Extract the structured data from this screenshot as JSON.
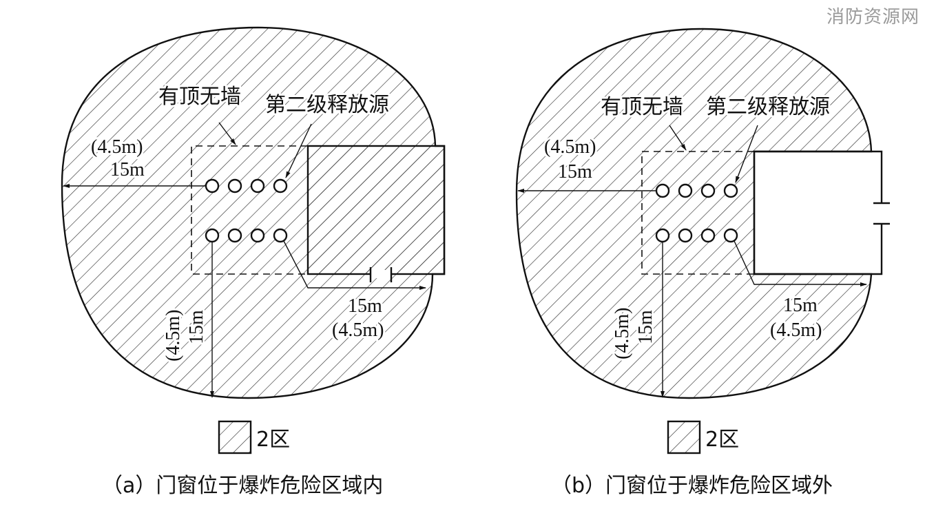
{
  "watermark": "消防资源网",
  "diagram_a": {
    "label_roof": "有顶无墙",
    "label_source": "第二级释放源",
    "dim_left_paren": "(4.5m)",
    "dim_left": "15m",
    "dim_down_paren": "(4.5m)",
    "dim_down": "15m",
    "dim_right": "15m",
    "dim_right_paren": "(4.5m)",
    "legend_label": "2区",
    "caption": "（a）门窗位于爆炸危险区域内"
  },
  "diagram_b": {
    "label_roof": "有顶无墙",
    "label_source": "第二级释放源",
    "dim_left_paren": "(4.5m)",
    "dim_left": "15m",
    "dim_down_paren": "(4.5m)",
    "dim_down": "15m",
    "dim_right": "15m",
    "dim_right_paren": "(4.5m)",
    "legend_label": "2区",
    "caption": "（b）门窗位于爆炸危险区域外"
  }
}
